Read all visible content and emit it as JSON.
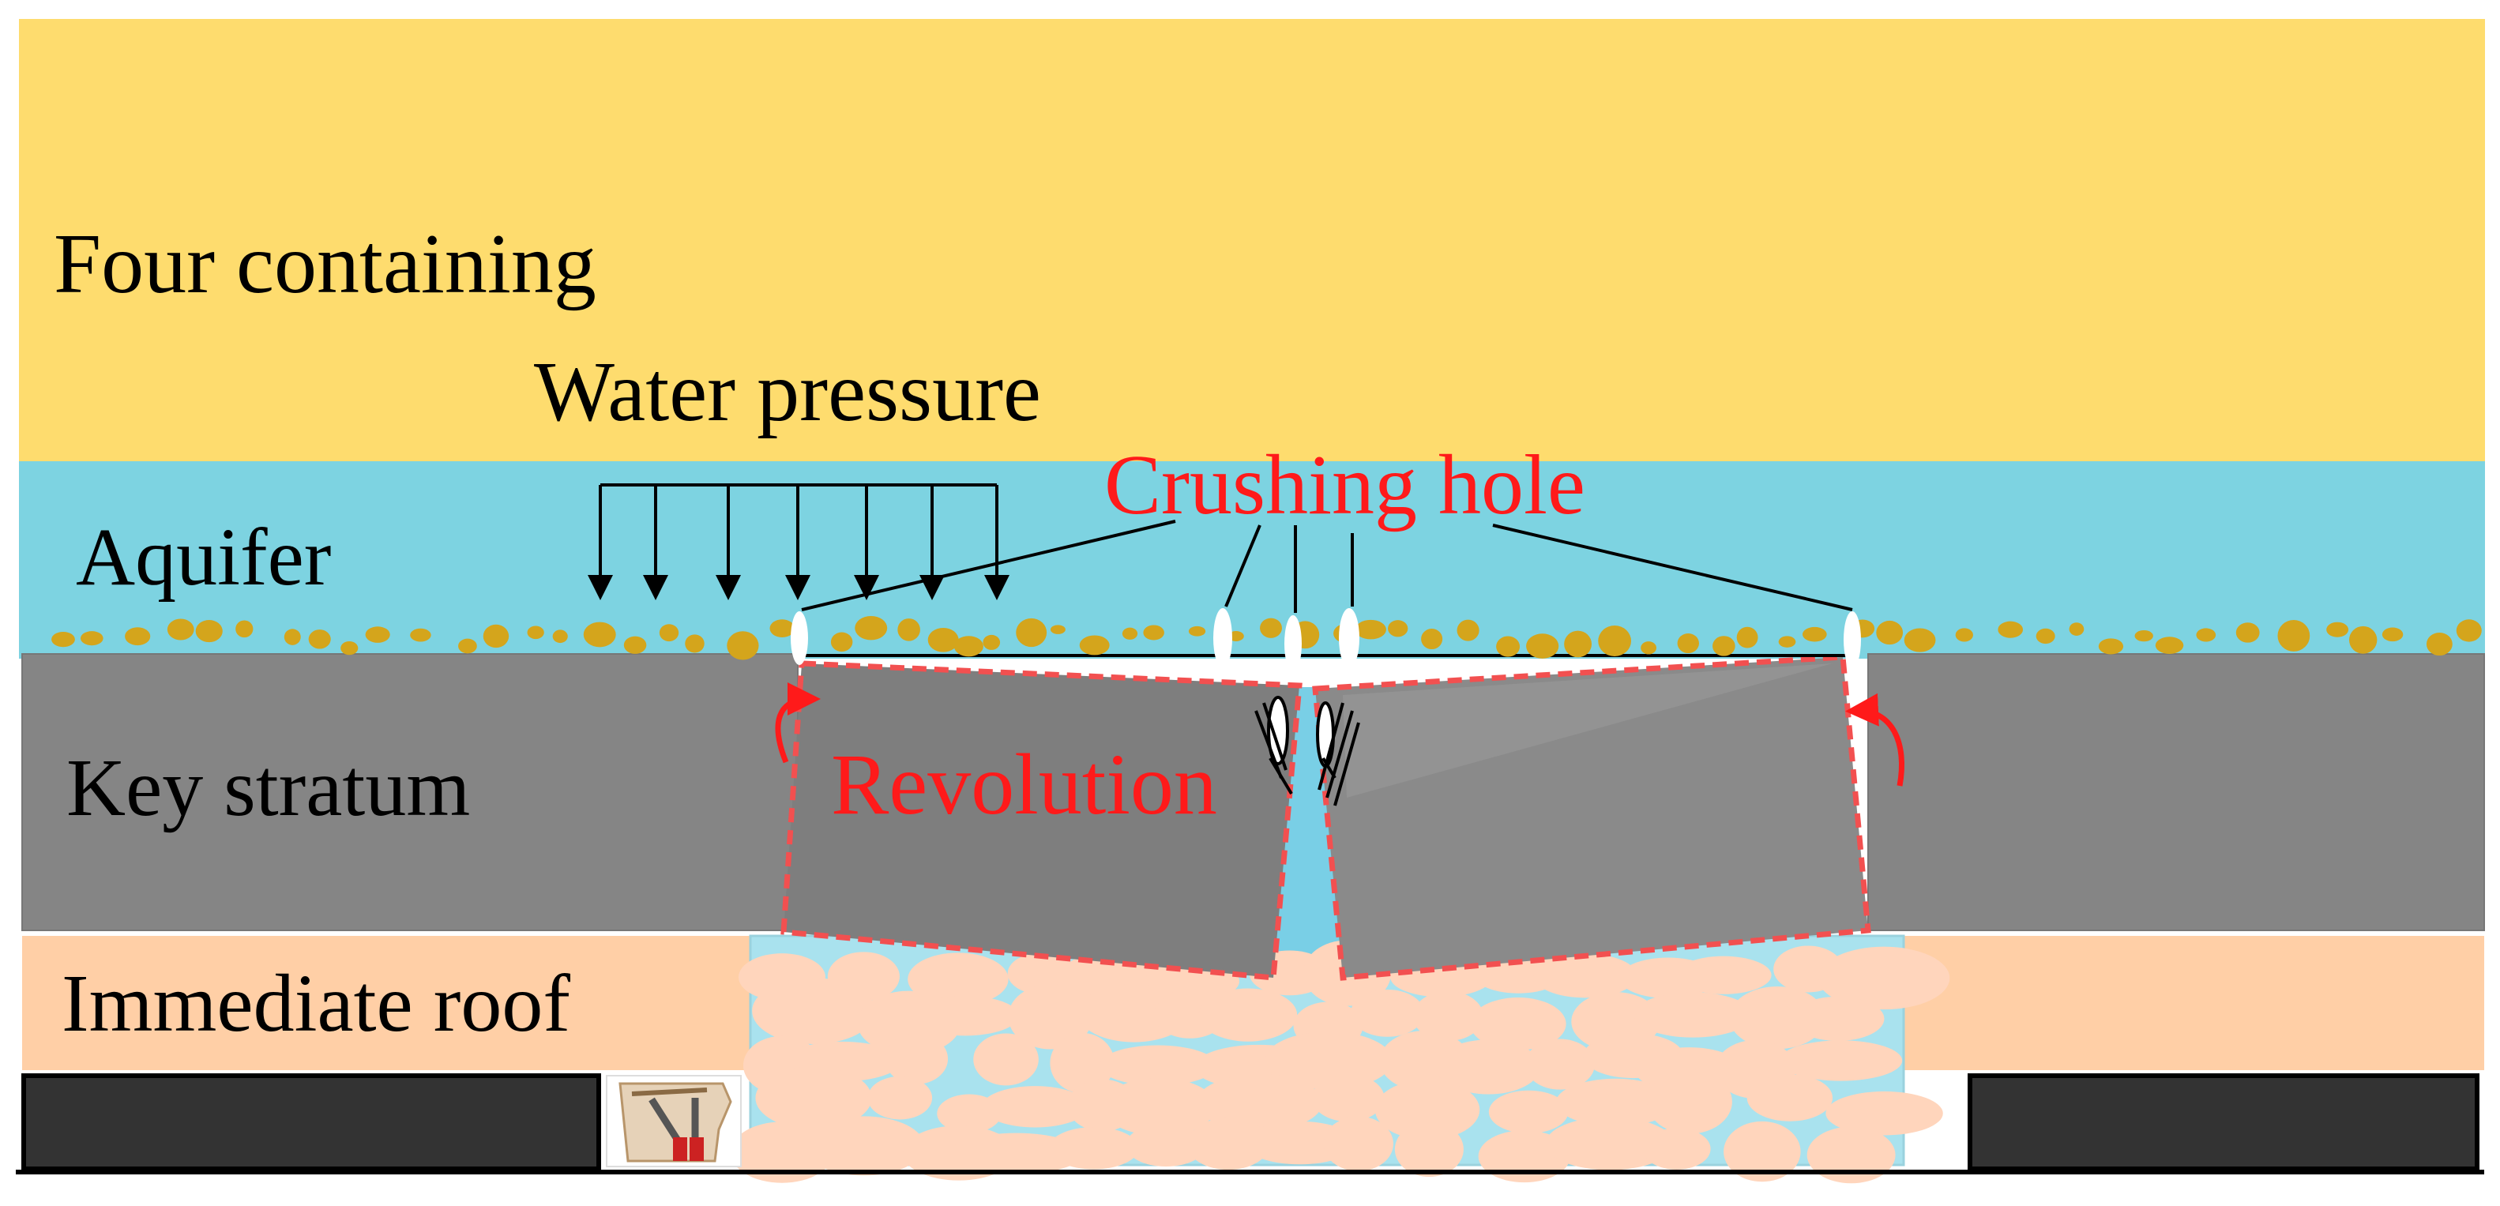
{
  "labels": {
    "four_containing": "Four containing",
    "water_pressure": "Water pressure",
    "aquifer": "Aquifer",
    "crushing_hole": "Crushing hole",
    "key_stratum": "Key stratum",
    "revolution": "Revolution",
    "immediate_roof": "Immediate roof"
  },
  "colors": {
    "four_containing_layer": "#FEDC6E",
    "aquifer_layer": "#7DD3E1",
    "key_stratum_layer": "#858585",
    "immediate_roof_layer": "#FFCFA6",
    "goaf": "#A9E2EE",
    "rubble": "#FFD5BC",
    "pebbles": "#D4A51C",
    "annotation_red": "#FF1A1A",
    "coal_seam": "#333333"
  },
  "icons": {
    "support": "hydraulic-support-icon"
  }
}
